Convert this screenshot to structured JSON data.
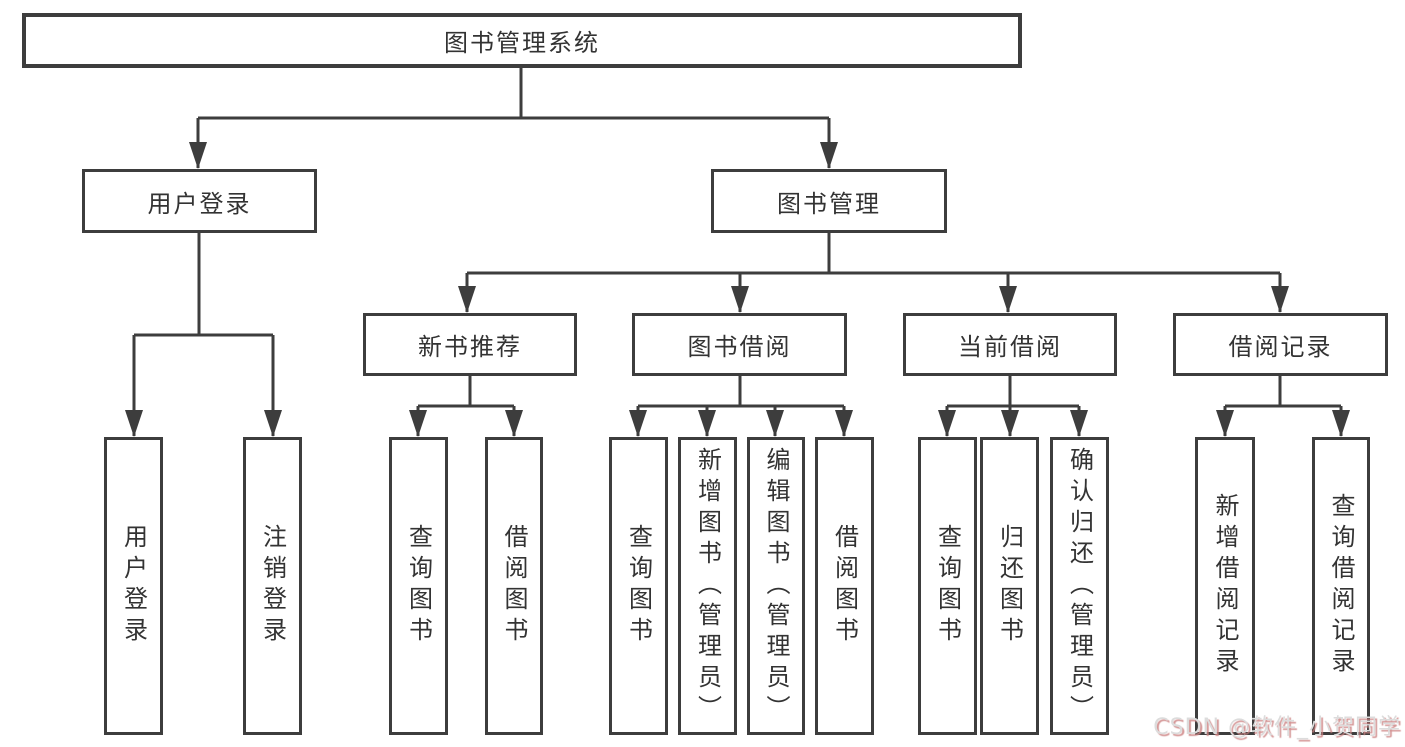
{
  "diagram": {
    "root": "图书管理系统",
    "branches": [
      {
        "label": "用户登录",
        "children": [
          "用户登录",
          "注销登录"
        ]
      },
      {
        "label": "图书管理",
        "modules": [
          {
            "label": "新书推荐",
            "children": [
              "查询图书",
              "借阅图书"
            ]
          },
          {
            "label": "图书借阅",
            "children": [
              "查询图书",
              "新增图书（管理员）",
              "编辑图书（管理员）",
              "借阅图书"
            ]
          },
          {
            "label": "当前借阅",
            "children": [
              "查询图书",
              "归还图书",
              "确认归还（管理员）"
            ]
          },
          {
            "label": "借阅记录",
            "children": [
              "新增借阅记录",
              "查询借阅记录"
            ]
          }
        ]
      }
    ]
  },
  "watermark": "CSDN @软件_小贺同学",
  "colors": {
    "line": "#3d3d3d",
    "box_border": "#3d3d3d",
    "box_fill": "#ffffff",
    "text": "#333333",
    "watermark_text": "#dcdcdc",
    "watermark_shadow": "#cc8282"
  }
}
